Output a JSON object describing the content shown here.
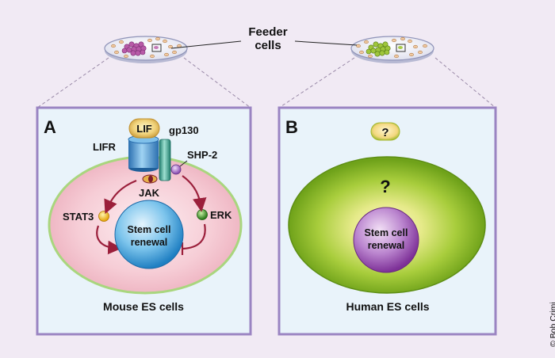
{
  "labels": {
    "feeder_cells_line1": "Feeder",
    "feeder_cells_line2": "cells",
    "panel_a_letter": "A",
    "panel_b_letter": "B",
    "lif": "LIF",
    "gp130": "gp130",
    "lifr": "LIFR",
    "shp2": "SHP-2",
    "jak": "JAK",
    "stat3": "STAT3",
    "erk": "ERK",
    "stem_line1_a": "Stem cell",
    "stem_line2_a": "renewal",
    "stem_line1_b": "Stem cell",
    "stem_line2_b": "renewal",
    "unknown_ligand": "?",
    "unknown_pathway": "?",
    "mouse_caption": "Mouse ES cells",
    "human_caption": "Human ES cells",
    "credit": "© Bob Crimi"
  },
  "colors": {
    "background": "#f1eaf4",
    "panel_border": "#9a84c2",
    "panel_fill": "#e8f3fb",
    "arrow": "#9b1f3b",
    "mouse_cell": "#f3c5cf",
    "human_cell": "#8fbf2a",
    "nucleus_mouse": "#2d8fd0",
    "nucleus_human": "#8a3aa6"
  }
}
